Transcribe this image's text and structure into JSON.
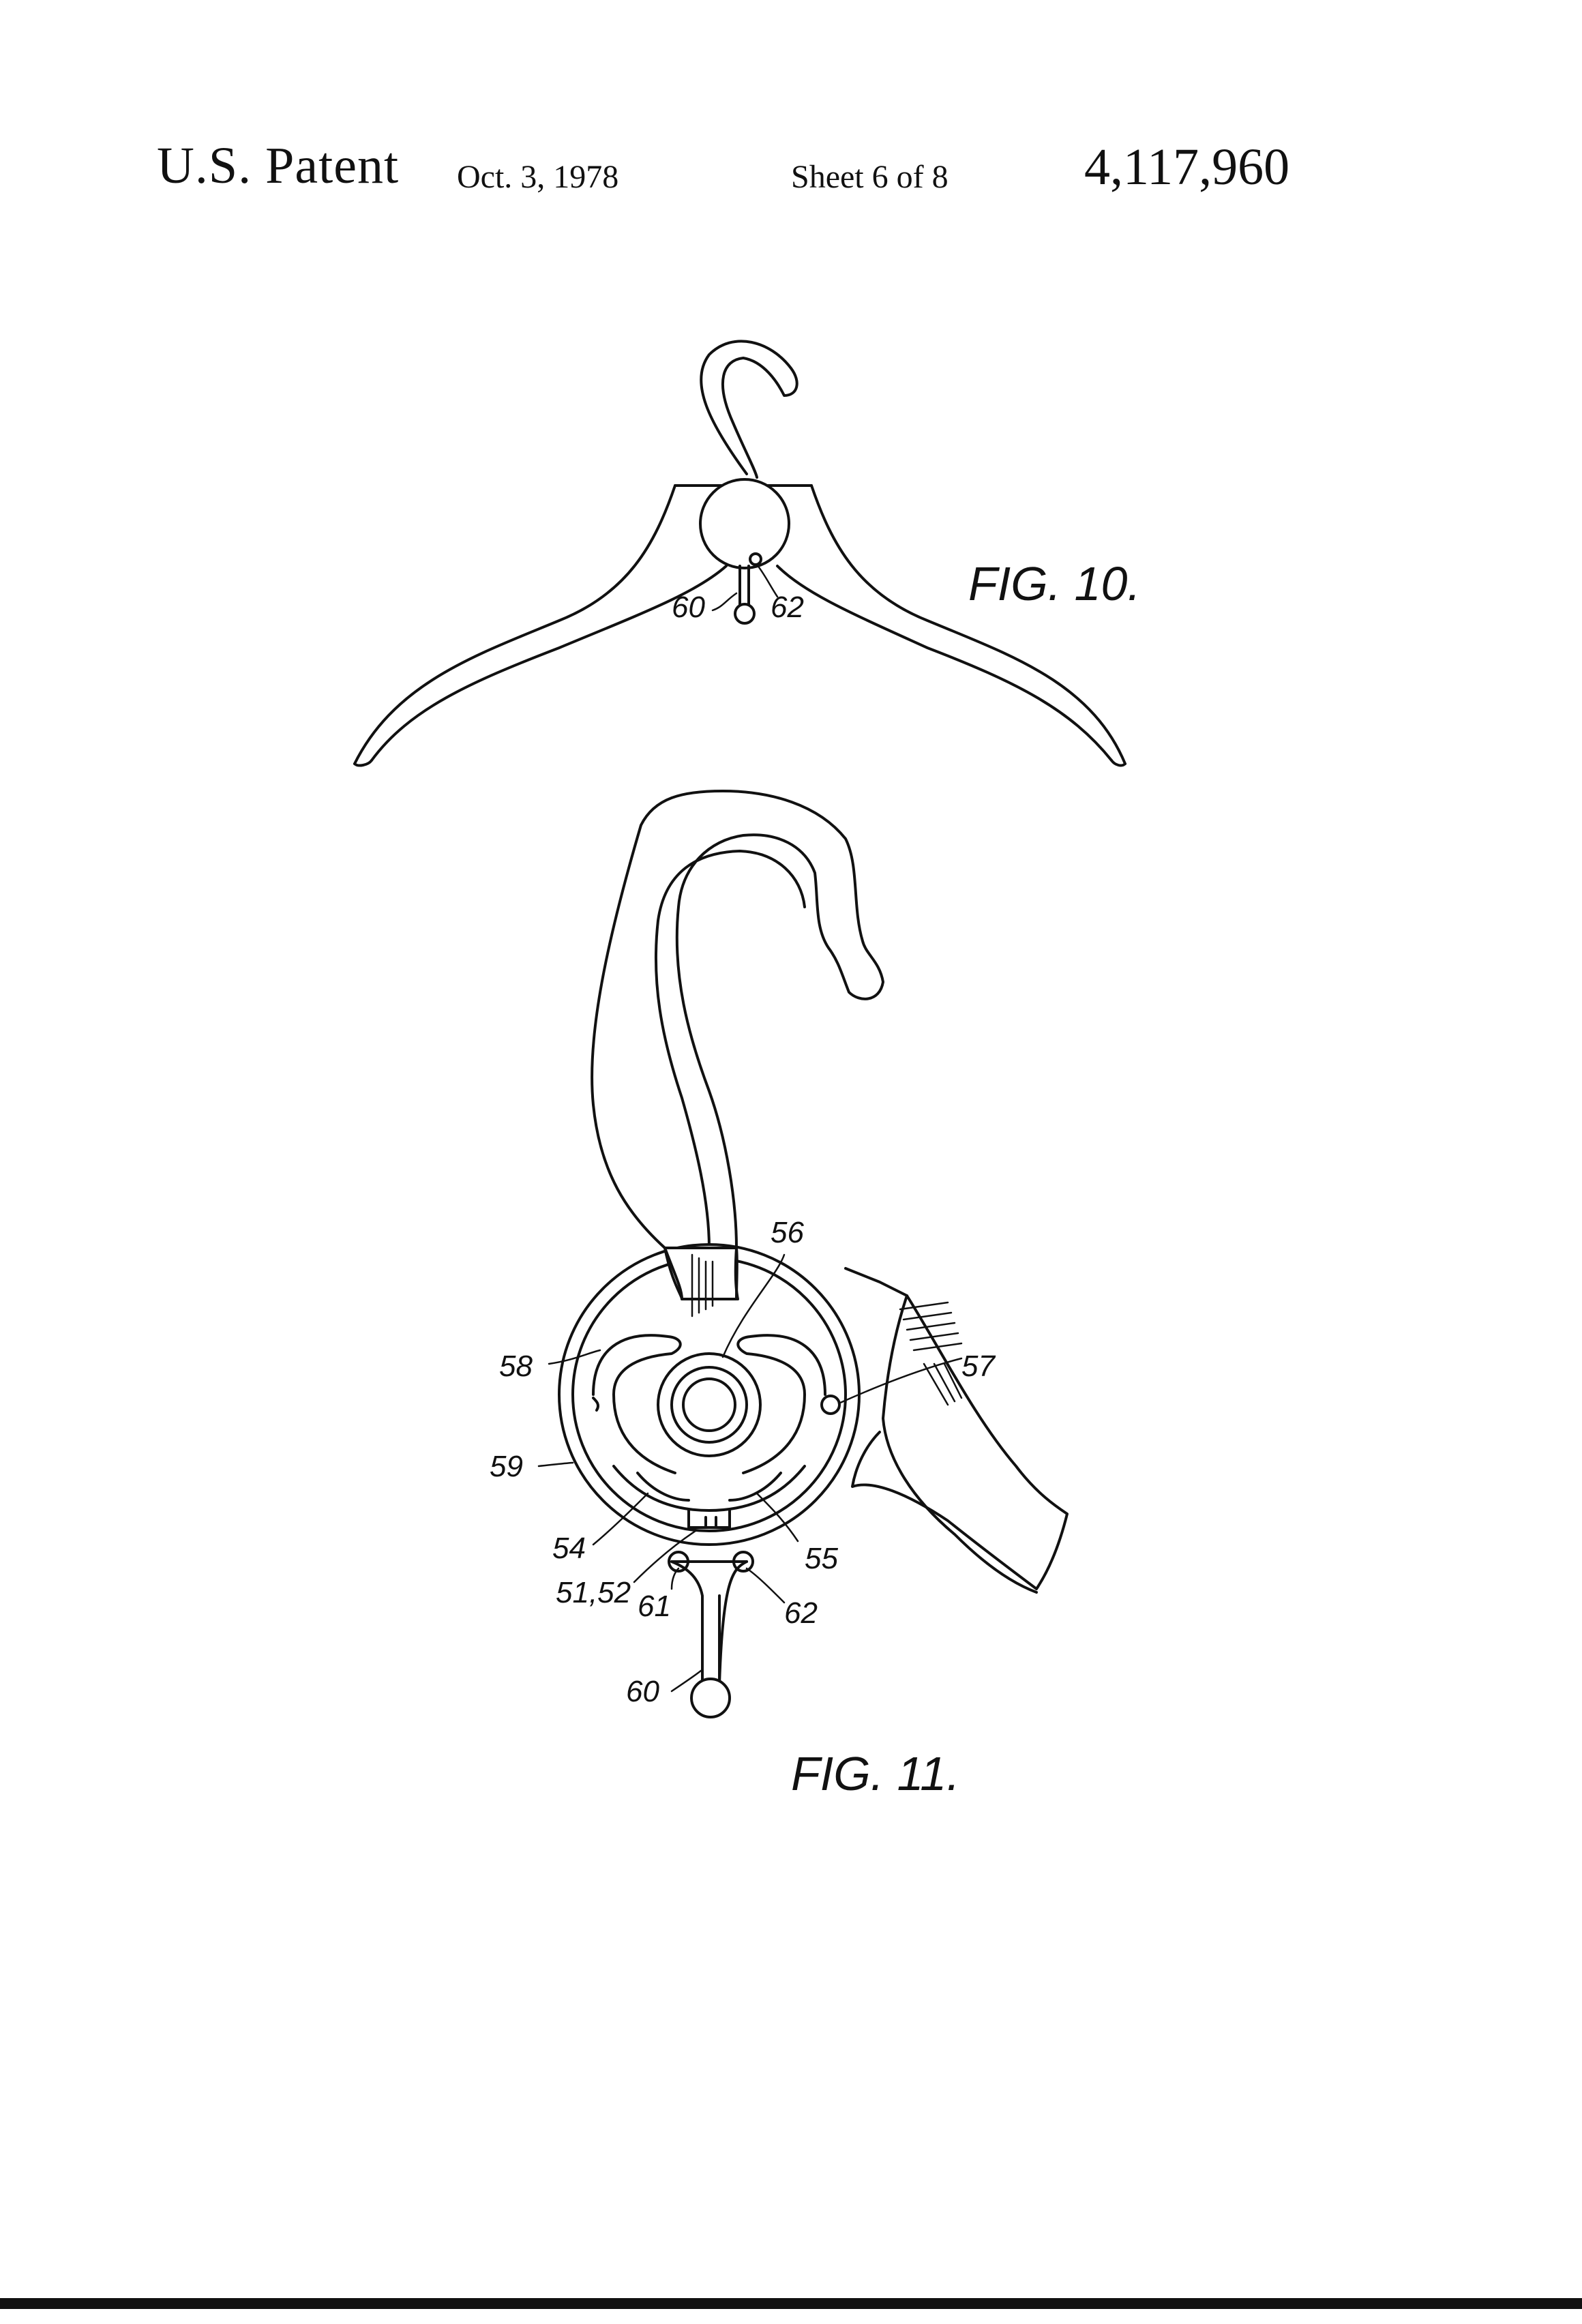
{
  "header": {
    "label": "U.S. Patent",
    "date": "Oct. 3, 1978",
    "sheet": "Sheet 6 of 8",
    "patent_number": "4,117,960"
  },
  "figures": [
    {
      "caption": "FIG. 10.",
      "references": [
        "60",
        "62"
      ]
    },
    {
      "caption": "FIG. 11.",
      "references": [
        "56",
        "58",
        "57",
        "59",
        "54",
        "55",
        "51,52",
        "61",
        "62",
        "60"
      ]
    }
  ]
}
